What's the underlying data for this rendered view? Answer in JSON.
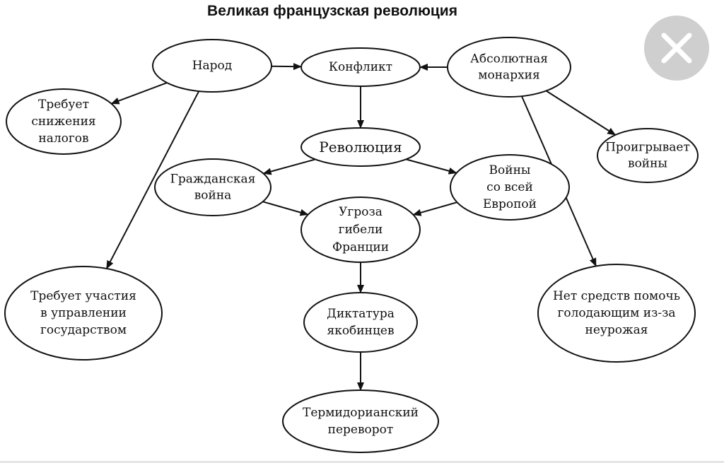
{
  "title": "Великая французская революция",
  "close_button": {
    "icon": "close-icon"
  },
  "nodes": {
    "narod": [
      "Народ"
    ],
    "konflikt": [
      "Конфликт"
    ],
    "monarchy": [
      "Абсолютная",
      "монархия"
    ],
    "taxes": [
      "Требует",
      "снижения",
      "налогов"
    ],
    "wars_lost": [
      "Проигрывает",
      "войны"
    ],
    "revolution": [
      "Революция"
    ],
    "civil_war": [
      "Гражданская",
      "война"
    ],
    "europe_wars": [
      "Войны",
      "со всей",
      "Европой"
    ],
    "threat": [
      "Угроза",
      "гибели",
      "Франции"
    ],
    "participation": [
      "Требует участия",
      "в управлении",
      "государством"
    ],
    "no_means": [
      "Нет средств помочь",
      "голодающим из-за",
      "неурожая"
    ],
    "dictatorship": [
      "Диктатура",
      "якобинцев"
    ],
    "thermidor": [
      "Термидорианский",
      "переворот"
    ]
  },
  "edges": [
    [
      "narod",
      "konflikt"
    ],
    [
      "monarchy",
      "konflikt"
    ],
    [
      "narod",
      "taxes"
    ],
    [
      "narod",
      "participation"
    ],
    [
      "monarchy",
      "wars_lost"
    ],
    [
      "monarchy",
      "no_means"
    ],
    [
      "konflikt",
      "revolution"
    ],
    [
      "revolution",
      "civil_war"
    ],
    [
      "revolution",
      "europe_wars"
    ],
    [
      "civil_war",
      "threat"
    ],
    [
      "europe_wars",
      "threat"
    ],
    [
      "threat",
      "dictatorship"
    ],
    [
      "dictatorship",
      "thermidor"
    ]
  ]
}
